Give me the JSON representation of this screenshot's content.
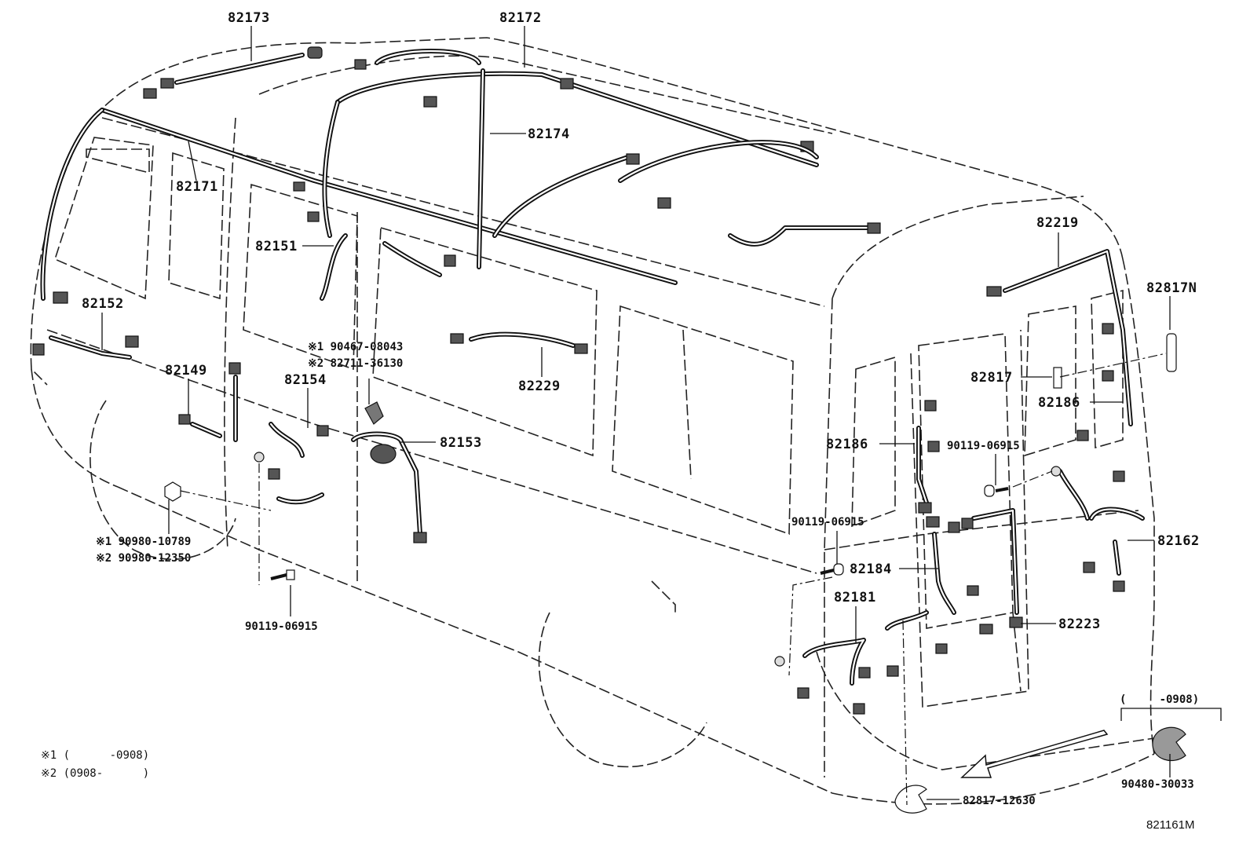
{
  "diagram": {
    "code": "821161M",
    "parts": {
      "p82173": "82173",
      "p82172": "82172",
      "p82174": "82174",
      "p82171": "82171",
      "p82151": "82151",
      "p82152": "82152",
      "p82149": "82149",
      "p82154": "82154",
      "p82153": "82153",
      "p82229": "82229",
      "p82219": "82219",
      "p82817N": "82817N",
      "p82817": "82817",
      "p82186a": "82186",
      "p82186b": "82186",
      "p82184": "82184",
      "p82181": "82181",
      "p82162": "82162",
      "p82223": "82223",
      "p90119a": "90119-06915",
      "p90119b": "90119-06915",
      "p90119c": "90119-06915",
      "p90467": "※1 90467-08043",
      "p82711": "※2 82711-36130",
      "p90980a": "※1 90980-10789",
      "p90980b": "※2 90980-12350",
      "p82817_12630": "82817-12630",
      "p90480": "90480-30033",
      "inset_range": "(     -0908)"
    },
    "notes": {
      "n1": "※1 (      -0908)",
      "n2": "※2 (0908-      )"
    }
  }
}
